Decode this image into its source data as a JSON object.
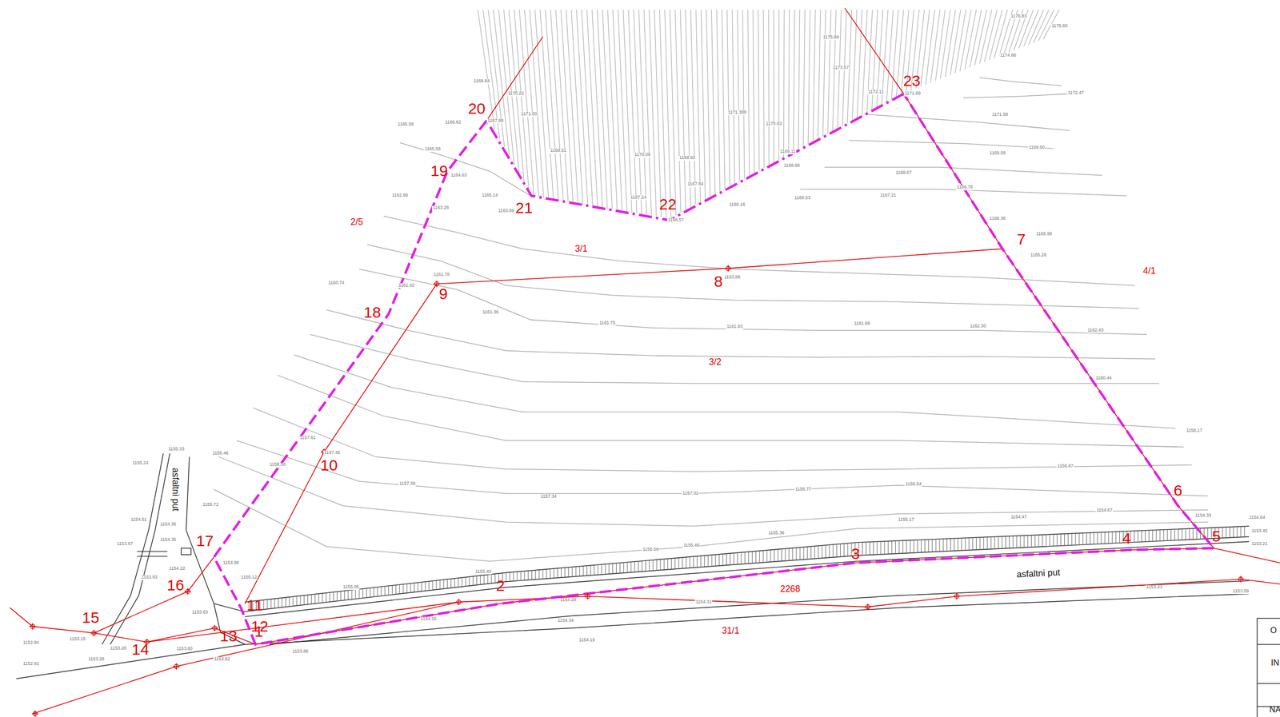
{
  "diagram": {
    "labels": [
      "1",
      "2",
      "3",
      "4",
      "5",
      "6",
      "7",
      "8",
      "9",
      "10",
      "11",
      "12",
      "13",
      "14",
      "15",
      "16",
      "17",
      "18",
      "19",
      "20",
      "21",
      "22",
      "23",
      "2/5",
      "3/1",
      "3/2",
      "4/1",
      "2268",
      "31/1",
      "asfaltni put",
      "asfaltni put",
      "O",
      "IN",
      "NA",
      "1176.83",
      "1175.60",
      "1175.89",
      "1174.66",
      "1173.57",
      "1172.47",
      "1172.11",
      "1171.69",
      "1171.59",
      "1171.308",
      "1170.63",
      "1169.50",
      "1169.09",
      "1168.84",
      "1170.22",
      "1171.00",
      "1167.88",
      "1166.62",
      "1165.58",
      "1165.56",
      "1164.63",
      "1169.51",
      "1170.09",
      "1168.92",
      "1169.11",
      "1168.68",
      "1168.67",
      "1166.76",
      "1167.21",
      "1166.53",
      "1166.16",
      "1167.84",
      "1167.24",
      "1166.57",
      "1165.14",
      "1163.99",
      "1163.28",
      "1162.96",
      "1166.36",
      "1165.99",
      "1165.28",
      "1163.88",
      "1161.78",
      "1161.02",
      "1160.74",
      "1161.36",
      "1161.75",
      "1161.93",
      "1161.98",
      "1162.30",
      "1162.43",
      "1160.44",
      "1158.17",
      "1157.61",
      "1157.45",
      "1156.36",
      "1157.39",
      "1157.34",
      "1157.02",
      "1156.77",
      "1156.54",
      "1156.67",
      "1155.33",
      "1156.46",
      "1155.24",
      "1155.72",
      "1154.51",
      "1154.36",
      "1153.67",
      "1154.35",
      "1154.98",
      "1154.22",
      "1153.93",
      "1155.12",
      "1155.36",
      "1155.17",
      "1154.47",
      "1154.67",
      "1154.33",
      "1154.64",
      "1153.45",
      "1153.21",
      "1155.58",
      "1155.46",
      "1155.40",
      "1155.05",
      "1154.31",
      "1154.34",
      "1154.19",
      "1153.86",
      "1153.82",
      "1153.60",
      "1153.28",
      "1153.15",
      "1153.28",
      "1152.94",
      "1152.92",
      "1153.09",
      "1153.23",
      "1154.28",
      "1154.15",
      "1153.63"
    ]
  }
}
